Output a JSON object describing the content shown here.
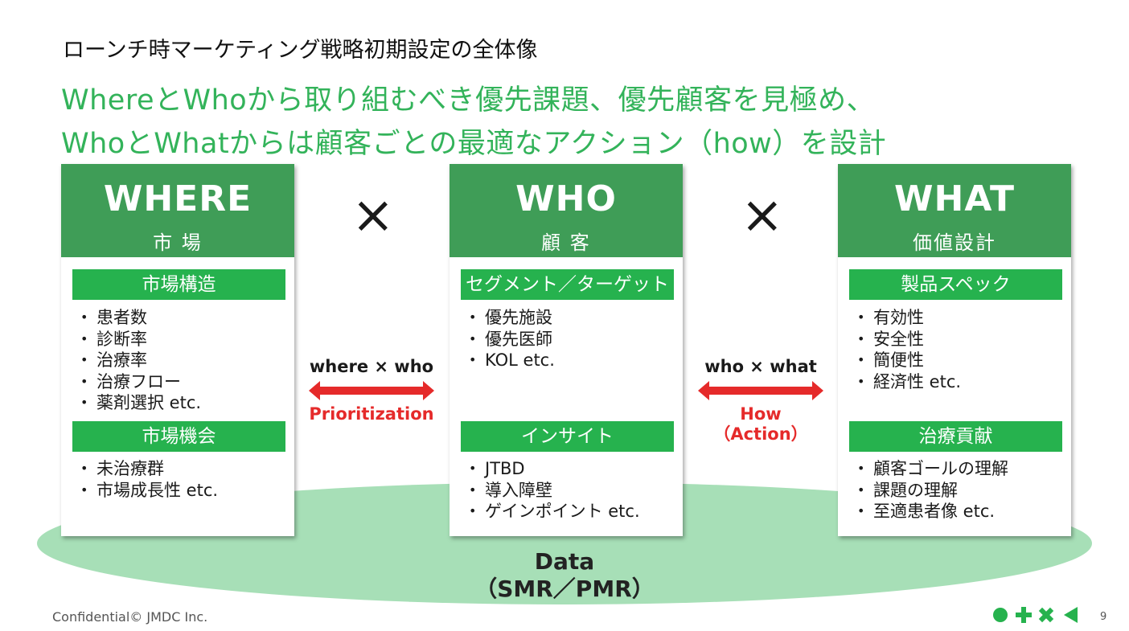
{
  "title": "ローンチ時マーケティング戦略初期設定の全体像",
  "headline": {
    "line1": "WhereとWhoから取り組むべき優先課題、優先顧客を見極め、",
    "line2": "WhoとWhatからは顧客ごとの最適なアクション（how）を設計"
  },
  "columns": [
    {
      "title": "WHERE",
      "subtitle": "市 場",
      "sections": [
        {
          "heading": "市場構造",
          "items": [
            "患者数",
            "診断率",
            "治療率",
            "治療フロー",
            "薬剤選択 etc."
          ]
        },
        {
          "heading": "市場機会",
          "items": [
            "未治療群",
            "市場成長性 etc."
          ]
        }
      ]
    },
    {
      "title": "WHO",
      "subtitle": "顧 客",
      "sections": [
        {
          "heading": "セグメント／ターゲット",
          "items": [
            "優先施設",
            "優先医師",
            "KOL etc."
          ]
        },
        {
          "heading": "インサイト",
          "items": [
            "JTBD",
            "導入障壁",
            "ゲインポイント etc."
          ]
        }
      ]
    },
    {
      "title": "WHAT",
      "subtitle": "価値設計",
      "sections": [
        {
          "heading": "製品スペック",
          "items": [
            "有効性",
            "安全性",
            "簡便性",
            "経済性 etc."
          ]
        },
        {
          "heading": "治療貢献",
          "items": [
            "顧客ゴールの理解",
            "課題の理解",
            "至適患者像 etc."
          ]
        }
      ]
    }
  ],
  "operators": [
    "×",
    "×"
  ],
  "links": [
    {
      "top": "where × who",
      "bottom": "Prioritization"
    },
    {
      "top": "who × what",
      "bottom_line1": "How",
      "bottom_line2": "（Action）"
    }
  ],
  "data_base": {
    "line1": "Data",
    "line2": "（SMR／PMR）"
  },
  "footer": {
    "confidential": "Confidential© JMDC Inc.",
    "page": "9"
  },
  "colors": {
    "accent_green": "#33b35a",
    "header_green": "#3f9d57",
    "bar_green": "#26b24e",
    "ellipse": "#a7dfb7",
    "red": "#e52a2a"
  }
}
